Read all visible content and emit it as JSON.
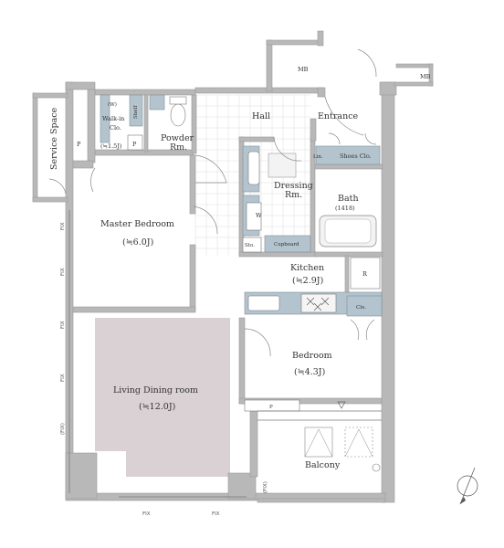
{
  "colors": {
    "living_floor": "#d9d1d3",
    "fixture": "#b4c4ce",
    "wall": "#b8b8b8",
    "tile_grid": "#dedede"
  },
  "rooms": {
    "service_space": "Service Space",
    "walk_in_label": "Walk-in",
    "walk_in_label2": "Clo.",
    "walk_in_size": "(≒1.5J)",
    "w_tag": "(W)",
    "shelf_tag": "Shelf",
    "p_left": "P",
    "p_small": "P",
    "powder1": "Powder",
    "powder2": "Rm.",
    "hall": "Hall",
    "entrance": "Entrance",
    "lin": "Lin.",
    "shoes": "Shoes Clo.",
    "dressing1": "Dressing",
    "dressing2": "Rm.",
    "bath": "Bath",
    "bath_size": "(1418)",
    "w_mark": "W",
    "sto": "Sto.",
    "cupboard": "Cupboard",
    "master1": "Master Bedroom",
    "master2": "(≒6.0J)",
    "kitchen1": "Kitchen",
    "kitchen2": "(≒2.9J)",
    "r_mark": "R",
    "clo_small": "Clo.",
    "bedroom1": "Bedroom",
    "bedroom2": "(≒4.3J)",
    "living1": "Living Dining room",
    "living2": "(≒12.0J)",
    "p_bed": "P",
    "balcony": "Balcony",
    "mb_top": "MB",
    "mb_right": "MB"
  },
  "fix_labels": {
    "fix_v1": "FIX",
    "fix_v2": "FIX",
    "fix_v3": "FIX",
    "fix_v4": "FIX",
    "fix_v5": "(FIX)",
    "fix_b1": "FIX",
    "fix_b2": "FIX",
    "fix_br": "(FIX)"
  },
  "icons": [
    "north-arrow-icon",
    "stove-burner-icon",
    "triangle-marker-icon"
  ]
}
